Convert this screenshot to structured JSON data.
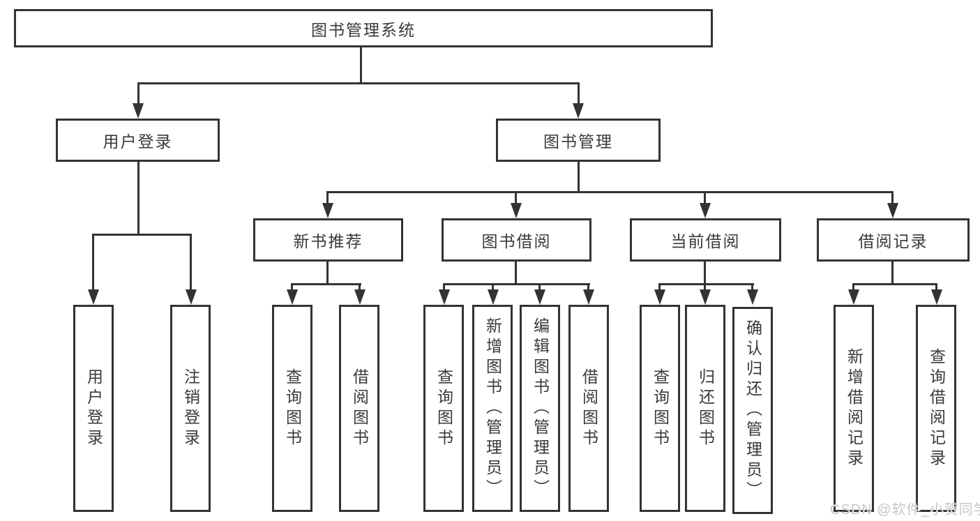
{
  "tree": {
    "root": {
      "label": "图书管理系统"
    },
    "branches": [
      {
        "label": "用户登录",
        "children": [
          {
            "label": "用户登录"
          },
          {
            "label": "注销登录"
          }
        ]
      },
      {
        "label": "图书管理",
        "children": [
          {
            "label": "新书推荐",
            "children": [
              {
                "label": "查询图书"
              },
              {
                "label": "借阅图书"
              }
            ]
          },
          {
            "label": "图书借阅",
            "children": [
              {
                "label": "查询图书"
              },
              {
                "label": "新增图书（管理员）"
              },
              {
                "label": "编辑图书（管理员）"
              },
              {
                "label": "借阅图书"
              }
            ]
          },
          {
            "label": "当前借阅",
            "children": [
              {
                "label": "查询图书"
              },
              {
                "label": "归还图书"
              },
              {
                "label": "确认归还（管理员）"
              }
            ]
          },
          {
            "label": "借阅记录",
            "children": [
              {
                "label": "新增借阅记录"
              },
              {
                "label": "查询借阅记录"
              }
            ]
          }
        ]
      }
    ]
  },
  "watermark": "CSDN @软件_小贺同学",
  "colors": {
    "line": "#333333",
    "text": "#3a3a3a",
    "background": "#ffffff",
    "watermark": "#c3c6cb"
  }
}
